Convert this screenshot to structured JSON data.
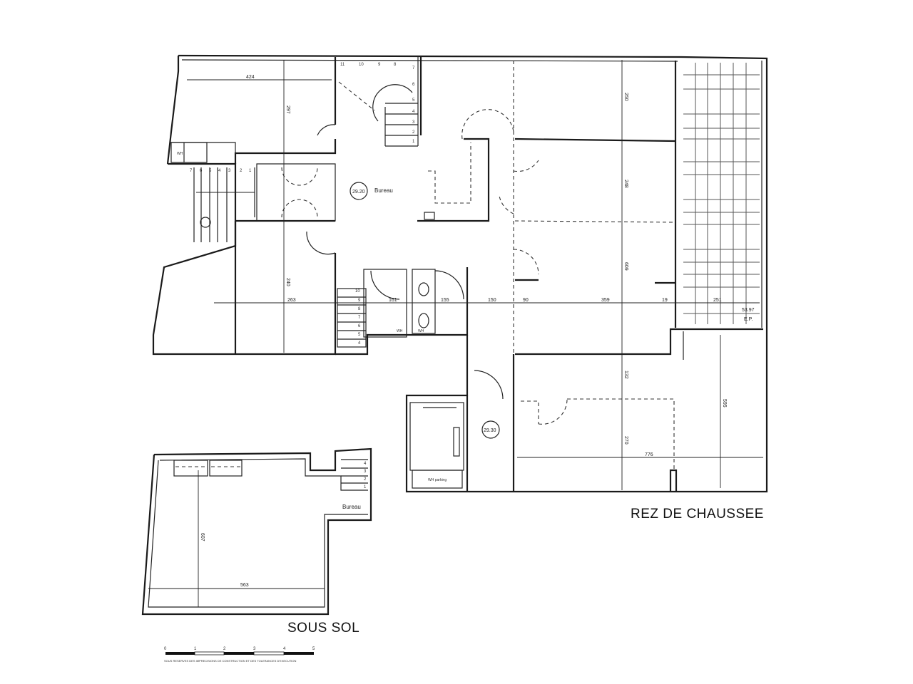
{
  "rez_de_chaussee": {
    "title": "REZ DE CHAUSSEE",
    "rooms": [
      {
        "label": "Bureau",
        "area": "29.20"
      },
      {
        "area": "29.30"
      }
    ],
    "wc_label": "WH parking",
    "wh_labels": [
      "WH",
      "WH",
      "WH"
    ],
    "dimensions": {
      "top_left_width": "424",
      "top_left_depth": "297",
      "lower_left_depth": "240",
      "lower_left_width": "263",
      "wc_width_1": "161",
      "wc_width_2": "155",
      "corridor": "150",
      "door": "90",
      "office_width": "359",
      "wall": "19",
      "terrace": "251",
      "office_1": "250",
      "office_2": "248",
      "office_3": "609",
      "lower_office_1": "132",
      "lower_office_2": "270",
      "lower_width": "776",
      "lower_right": "595"
    },
    "terrace_labels": [
      "53.97",
      "E.P."
    ],
    "stair_top": [
      "11",
      "10",
      "9",
      "8",
      "7",
      "6",
      "5",
      "4",
      "3",
      "2",
      "1"
    ],
    "stair_left": [
      "7",
      "6",
      "5",
      "4",
      "3",
      "2",
      "1"
    ],
    "stair_small": [
      "10",
      "9",
      "8",
      "7",
      "6",
      "5",
      "4"
    ]
  },
  "sous_sol": {
    "title": "SOUS SOL",
    "room_label": "Bureau",
    "dimensions": {
      "depth": "607",
      "width": "563"
    },
    "stair": [
      "4",
      "3",
      "2",
      "1"
    ]
  },
  "scale_bar": {
    "ticks": [
      "0",
      "1",
      "2",
      "3",
      "4",
      "5"
    ],
    "note": "SOUS RESERVES DES IMPRECISIONS DE CONSTRUCTION ET DES TOLERANCES D'EXECUTION"
  }
}
